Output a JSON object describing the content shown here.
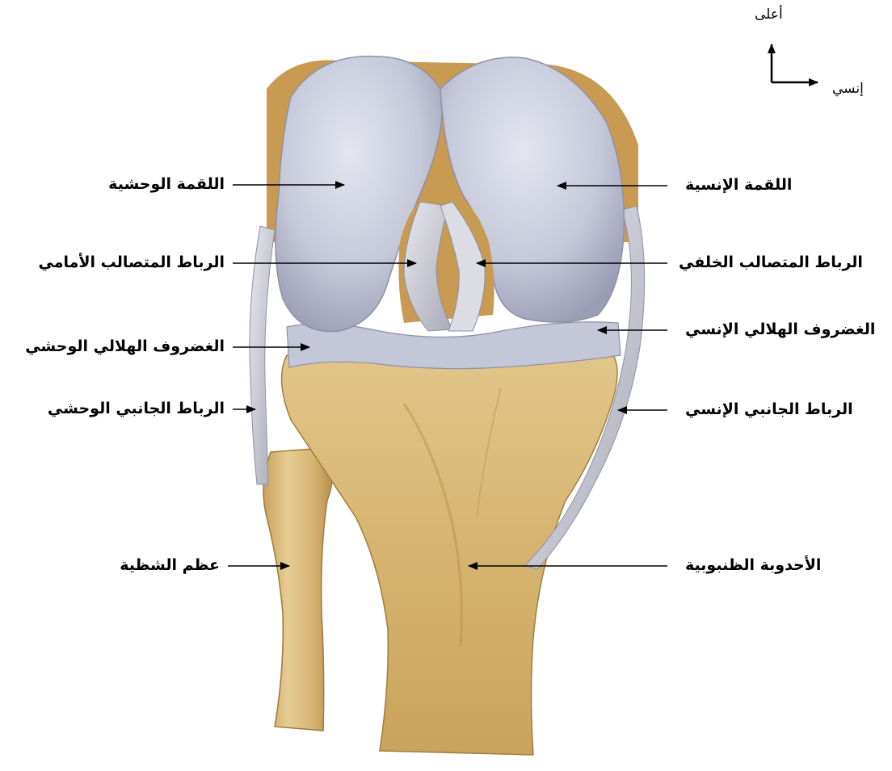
{
  "orientation": {
    "up_label": "أعلى",
    "medial_label": "إنسي"
  },
  "labels": {
    "lateral_condyle": "اللقمة الوحشية",
    "medial_condyle": "اللقمة الإنسية",
    "acl": "الرباط المتصالب الأمامي",
    "pcl": "الرباط المتصالب الخلفي",
    "lateral_meniscus": "الغضروف الهلالي الوحشي",
    "medial_meniscus": "الغضروف الهلالي الإنسي",
    "lateral_collateral": "الرباط الجانبي الوحشي",
    "medial_collateral": "الرباط الجانبي الإنسي",
    "fibula": "عظم الشظية",
    "tibial_tuberosity": "الأحدوبة الظنبوبية"
  },
  "colors": {
    "bone": "#d8b676",
    "bone_dark": "#b8904a",
    "cartilage": "#c8cad8",
    "cartilage_shade": "#9fa2b8",
    "ligament": "#d4d4dc"
  }
}
